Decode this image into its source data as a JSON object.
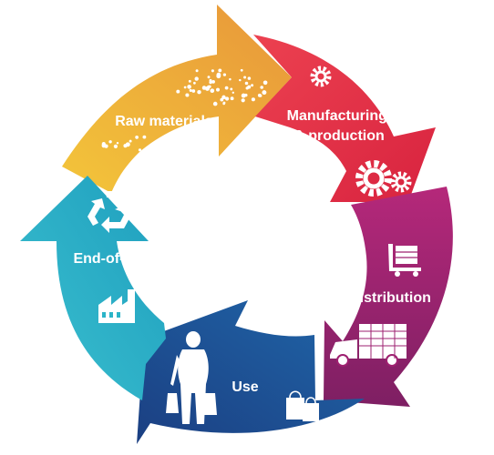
{
  "diagram": {
    "type": "cycle",
    "stages": [
      {
        "id": "raw",
        "label_lines": [
          "Raw materials"
        ],
        "color": "#EBA631",
        "icon": "particles-icon"
      },
      {
        "id": "manufacturing",
        "label_lines": [
          "Manufacturing",
          "& production"
        ],
        "color": "#E63349",
        "icon": "gears-icon"
      },
      {
        "id": "distribution",
        "label_lines": [
          "Distribution"
        ],
        "color": "#9E2070",
        "icon": "delivery-truck-icon"
      },
      {
        "id": "use",
        "label_lines": [
          "Use"
        ],
        "color": "#1F5597",
        "icon": "shopper-icon"
      },
      {
        "id": "eol",
        "label_lines": [
          "End-of-life"
        ],
        "color": "#2BB4C8",
        "icon": "recycle-icon"
      }
    ]
  }
}
